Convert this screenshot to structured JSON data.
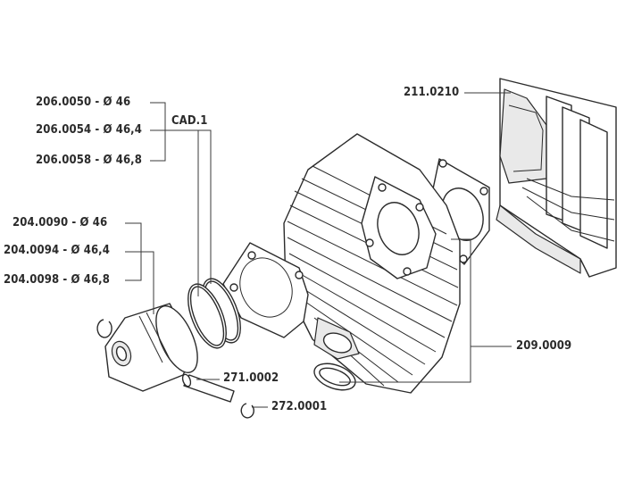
{
  "labels": {
    "piston_ring_a": "206.0050 - Ø 46",
    "piston_ring_b": "206.0054 - Ø 46,4",
    "piston_ring_c": "206.0058 - Ø 46,8",
    "ring_qty": "CAD.1",
    "piston_a": "204.0090 - Ø 46",
    "piston_b": "204.0094 - Ø 46,4",
    "piston_c": "204.0098 - Ø 46,8",
    "piston_pin": "271.0002",
    "circlip": "272.0001",
    "cylinder_head": "211.0210",
    "cylinder_kit": "209.0009"
  },
  "colors": {
    "ink": "#2b2b2b",
    "shade": "#e9e9e9",
    "background": "#ffffff"
  }
}
